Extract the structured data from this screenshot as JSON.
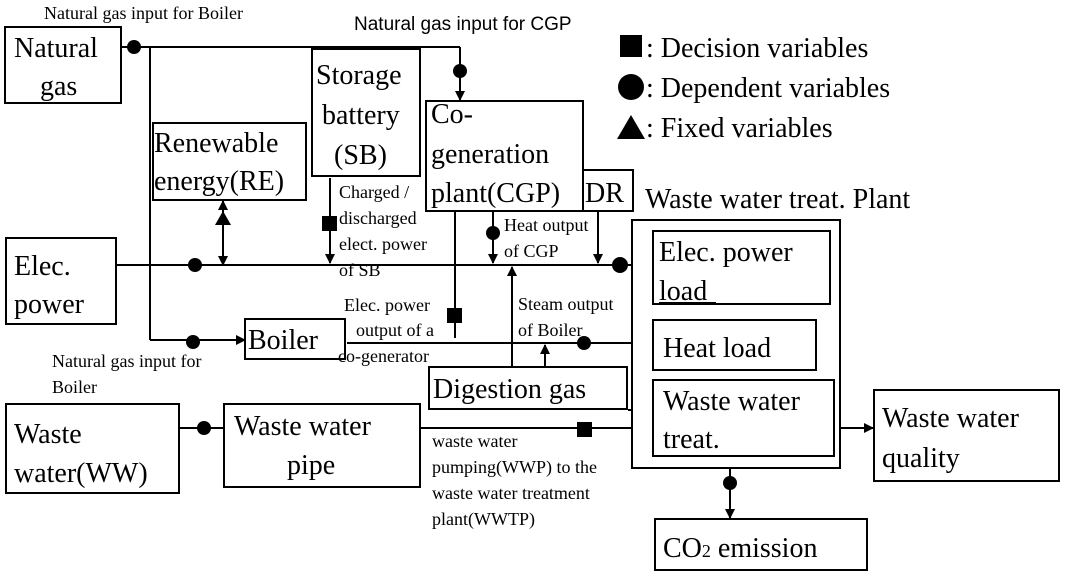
{
  "nodes": {
    "natural_gas": [
      "Natural",
      "gas"
    ],
    "storage_battery": [
      "Storage",
      "battery",
      "(SB)"
    ],
    "cgp": [
      "Co-",
      "generation",
      "plant(CGP)"
    ],
    "dr": "DR",
    "renewable": [
      "Renewable",
      "energy(RE)"
    ],
    "elec_power": [
      "Elec.",
      "power"
    ],
    "boiler": "Boiler",
    "digestion_gas": "Digestion gas",
    "wwtp_title": "Waste water treat. Plant",
    "elec_load": [
      "Elec. power",
      "load"
    ],
    "heat_load": "Heat load",
    "ww_treat": [
      "Waste water",
      "treat."
    ],
    "ww_quality": [
      "Waste water",
      "quality"
    ],
    "waste_water": [
      "Waste",
      "water(WW)"
    ],
    "ww_pipe": [
      "Waste water",
      "pipe"
    ],
    "co2": {
      "prefix": "CO",
      "sub": "2",
      "suffix": " emission"
    }
  },
  "labels": {
    "ng_boiler_top": "Natural gas input for Boiler",
    "ng_cgp": "Natural gas input for CGP",
    "charged": [
      "Charged /",
      "discharged",
      "elect. power",
      "of SB"
    ],
    "heat_cgp": [
      "Heat output",
      "of CGP"
    ],
    "elec_cogen": [
      "Elec. power",
      "output of a",
      "co-generator"
    ],
    "steam_boiler": [
      "Steam output",
      "of Boiler"
    ],
    "ng_boiler_bottom": [
      "Natural gas input for",
      "Boiler"
    ],
    "wwp": [
      " waste water",
      "pumping(WWP) to the",
      "waste water treatment",
      "plant(WWTP)"
    ]
  },
  "legend": {
    "decision": ": Decision variables",
    "dependent": ": Dependent variables",
    "fixed": ": Fixed variables"
  }
}
